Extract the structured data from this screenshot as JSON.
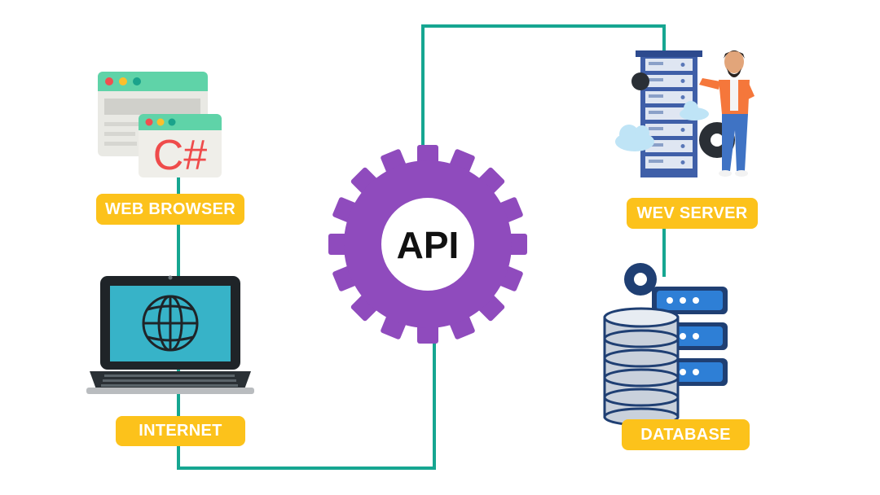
{
  "diagram": {
    "nodes": {
      "browser": {
        "label": "WEB BROWSER"
      },
      "internet": {
        "label": "INTERNET"
      },
      "api": {
        "label": "API"
      },
      "server": {
        "label": "WEV SERVER"
      },
      "database": {
        "label": "DATABASE"
      }
    },
    "code_window_text": "C#"
  },
  "colors": {
    "connector": "#16a691",
    "label_bg": "#fcc21b",
    "label_text": "#ffffff",
    "gear": "#8f4bbd",
    "api_text": "#111111"
  },
  "icons": [
    "browser-window-icon",
    "csharp-window-icon",
    "laptop-icon",
    "globe-icon",
    "gear-icon",
    "server-rack-icon",
    "person-icon",
    "cloud-icon",
    "database-icon",
    "server-module-icon"
  ]
}
